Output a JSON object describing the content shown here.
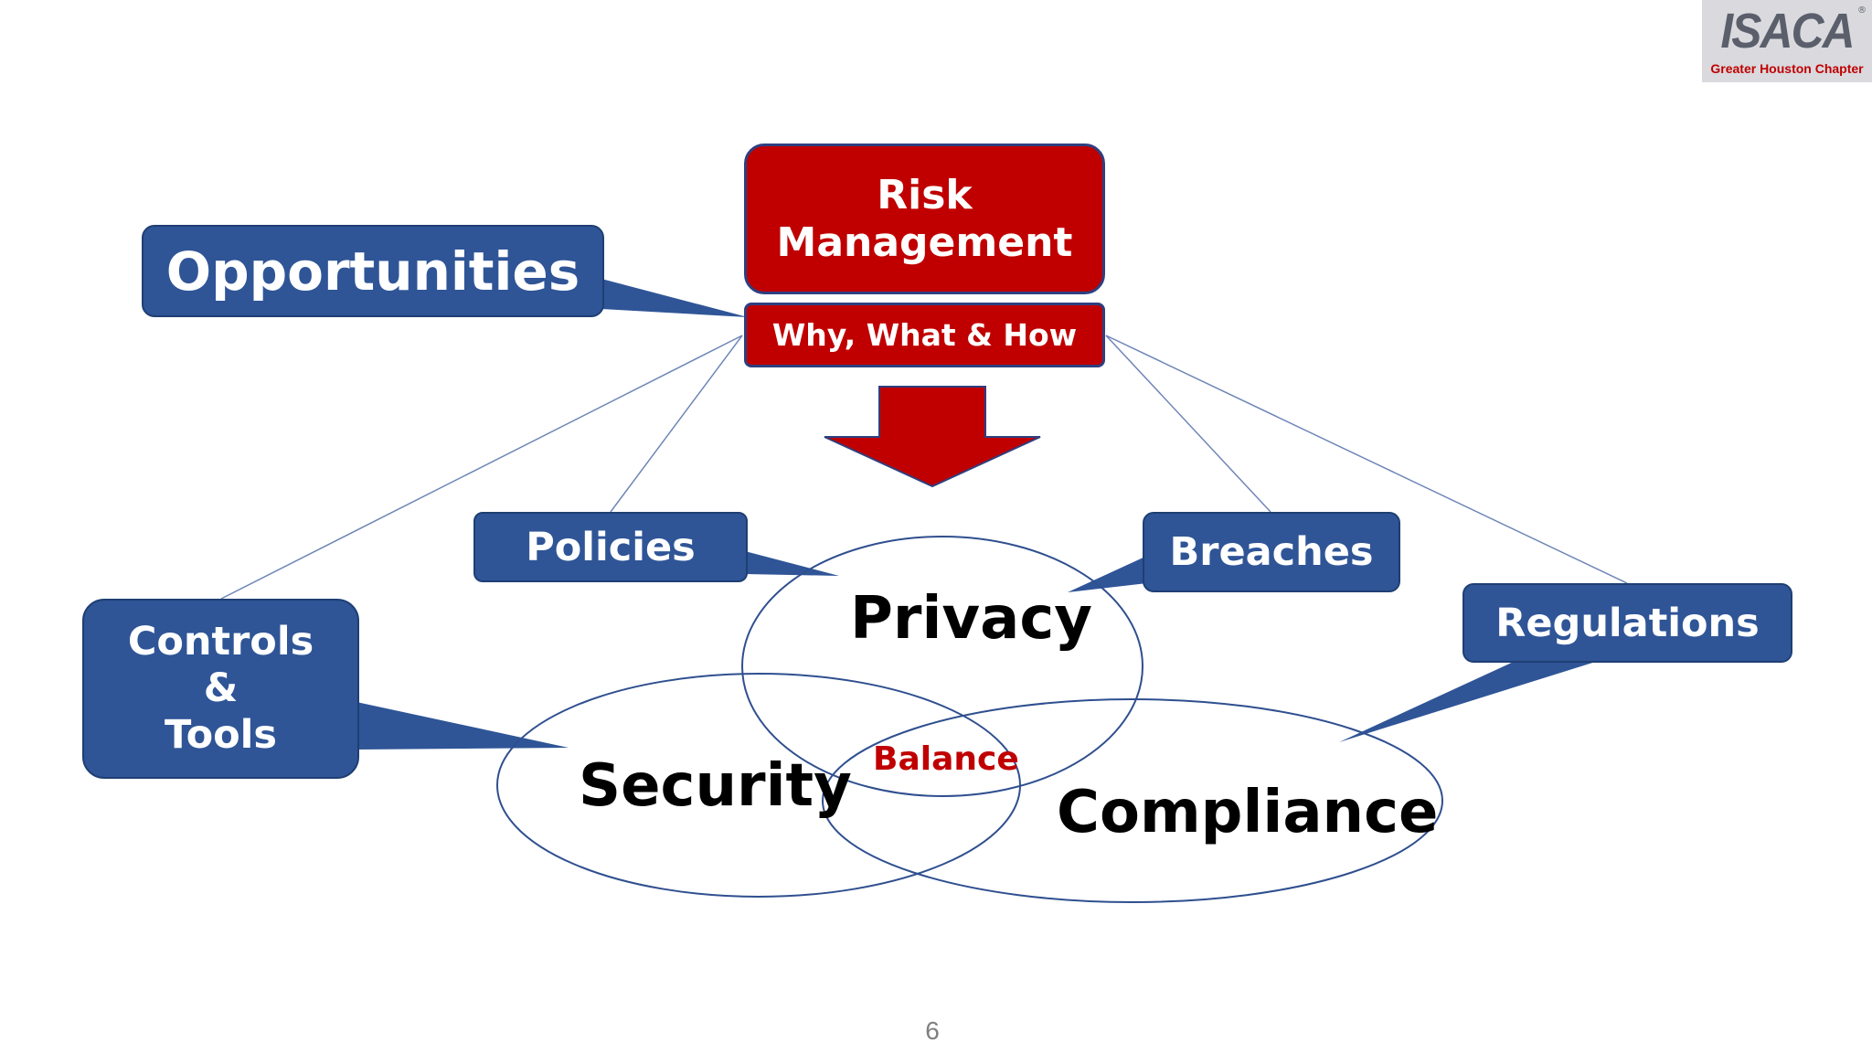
{
  "logo": {
    "brand": "ISACA",
    "registered_mark": "®",
    "chapter": "Greater Houston Chapter"
  },
  "diagram": {
    "top_box": {
      "line1": "Risk",
      "line2": "Management",
      "subtitle": "Why, What & How"
    },
    "callouts": {
      "opportunities": "Opportunities",
      "policies": "Policies",
      "breaches": "Breaches",
      "regulations": "Regulations",
      "controls_tools": [
        "Controls",
        "&",
        "Tools"
      ]
    },
    "venn": {
      "privacy": "Privacy",
      "security": "Security",
      "compliance": "Compliance",
      "center": "Balance"
    }
  },
  "page_number": "6",
  "colors": {
    "callout_blue": "#2f5597",
    "risk_red": "#c00000",
    "outline_blue": "#2f4f8f",
    "connector_line": "#6f86b8",
    "balance_red": "#c00000"
  }
}
